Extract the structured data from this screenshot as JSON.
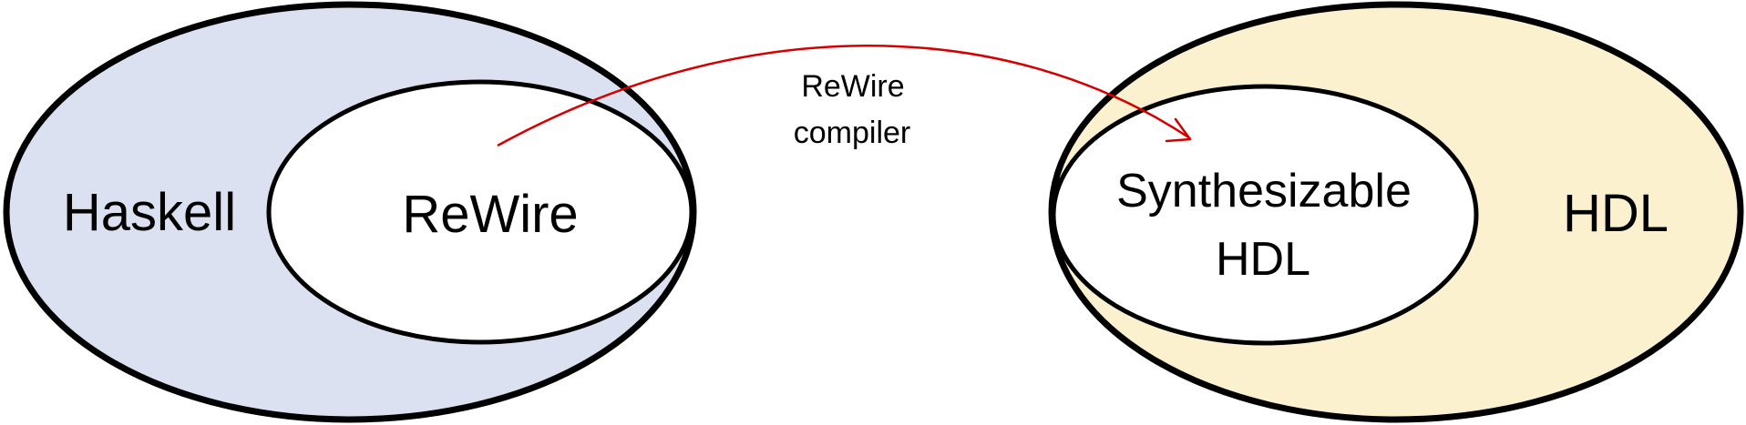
{
  "diagram": {
    "left_set": {
      "outer_label": "Haskell",
      "inner_label": "ReWire",
      "fill_color": "#dce1f2"
    },
    "right_set": {
      "outer_label": "HDL",
      "inner_label_line1": "Synthesizable",
      "inner_label_line2": "HDL",
      "fill_color": "#fbf1cf"
    },
    "edge": {
      "label_line1": "ReWire",
      "label_line2": "compiler",
      "color": "#d40000"
    }
  }
}
